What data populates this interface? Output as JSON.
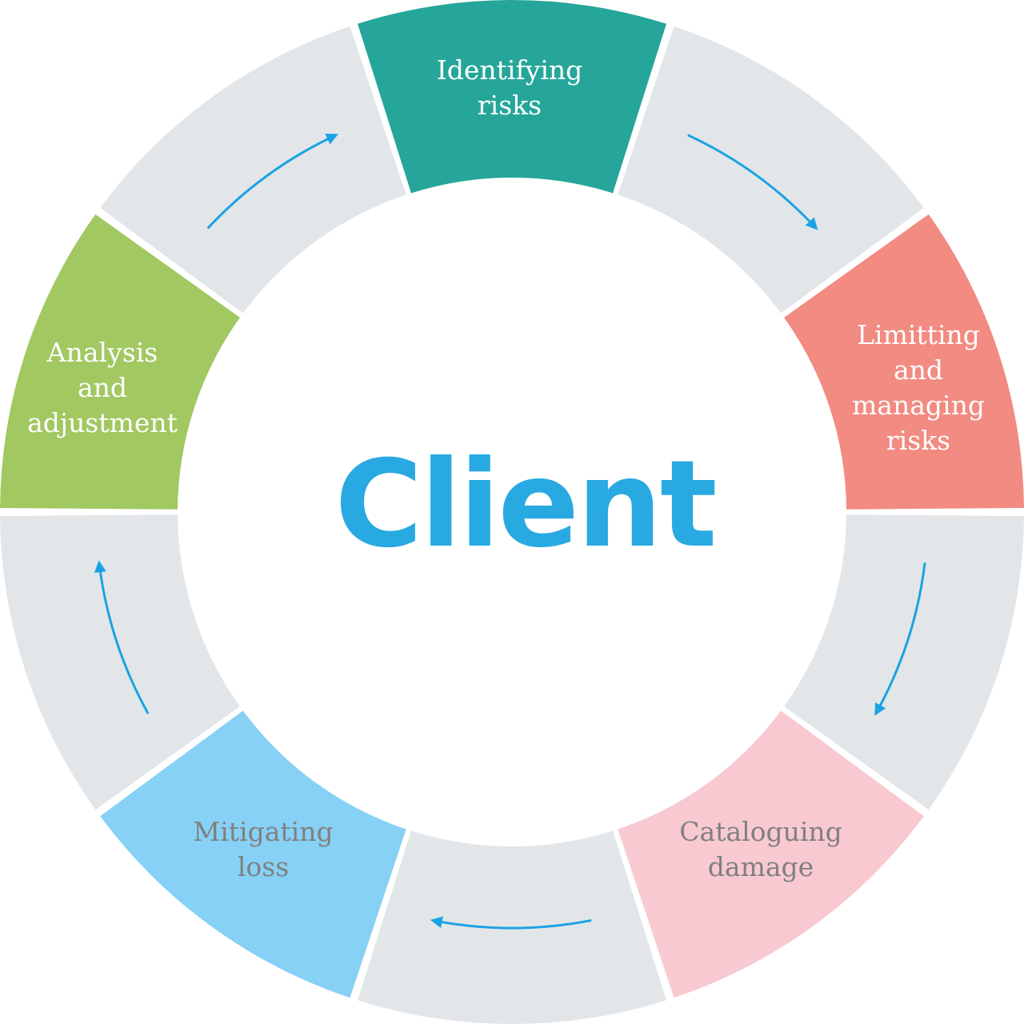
{
  "diagram": {
    "center": {
      "label": "Client",
      "color": "#29a9e1"
    },
    "segment_colors": {
      "gap": "#e3e6e9",
      "divider": "#ffffff",
      "arrow": "#1aa3e3"
    },
    "steps": [
      {
        "id": "identifying",
        "lines": [
          "Identifying",
          "risks"
        ],
        "fill": "#26a69a",
        "text_color": "#ffffff"
      },
      {
        "id": "limiting",
        "lines": [
          "Limitting",
          "and",
          "managing",
          "risks"
        ],
        "fill": "#f28b82",
        "text_color": "#ffffff"
      },
      {
        "id": "cataloguing",
        "lines": [
          "Cataloguing",
          "damage"
        ],
        "fill": "#f8c9d0",
        "text_color": "#808080"
      },
      {
        "id": "mitigating",
        "lines": [
          "Mitigating",
          "loss"
        ],
        "fill": "#86d1f5",
        "text_color": "#808080"
      },
      {
        "id": "analysis",
        "lines": [
          "Analysis",
          "and",
          "adjustment"
        ],
        "fill": "#a2c862",
        "text_color": "#ffffff"
      }
    ]
  }
}
